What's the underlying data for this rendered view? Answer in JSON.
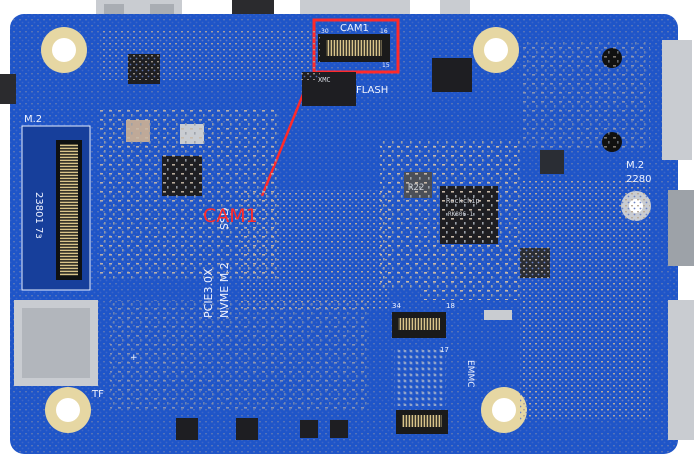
{
  "labels": {
    "cam_header": "CAM1",
    "pin30": "30",
    "pin16": "16",
    "pin15": "15",
    "flash": "FLASH",
    "xmc": "XMC",
    "m2_left": "M.2",
    "m2_right": "M.2",
    "m2_size": "2280",
    "pcie_line1": "PCIE3.0X",
    "pcie_line2": "NVME M.2",
    "ssd": "SSD",
    "size_2230": "23801 7з",
    "r22": "R22",
    "rockchip": "Rockchip",
    "soc_model": "RK806-1",
    "conn_34": "34",
    "conn_18": "18",
    "conn_17": "17",
    "emmc": "EMMC",
    "tf": "TF",
    "plus": "+"
  },
  "callout": {
    "text": "CAM1",
    "color": "#ff2a2a"
  },
  "colors": {
    "pcb": "#1f55c8",
    "pcb_dark": "#163f9c",
    "mount_hole": "#e6d7a3",
    "component": "#bfa998"
  }
}
